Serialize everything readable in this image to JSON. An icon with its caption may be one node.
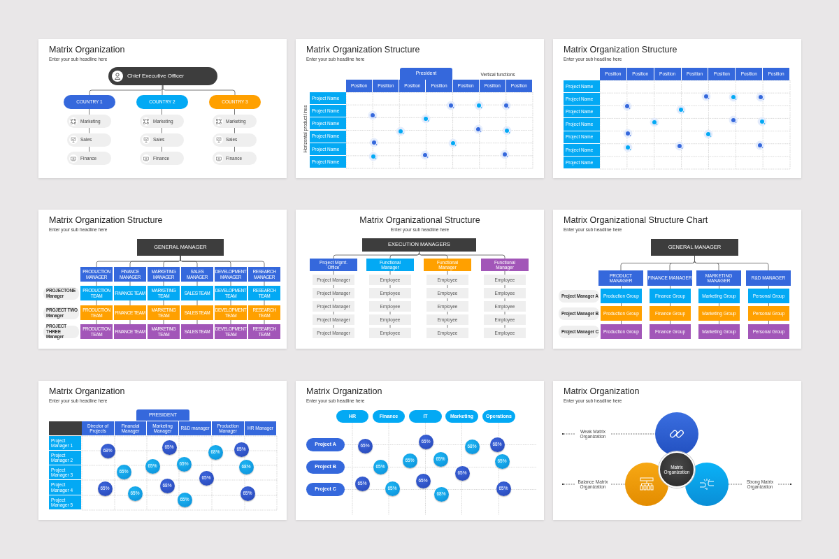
{
  "diagram": {
    "nodes": [
      {
        "text": [
          "Matrix Organization",
          "Enter your sub headline here"
        ]
      },
      {
        "text": [
          "Chief Executive Officer"
        ],
        "in": 0
      },
      {
        "text": [
          "COUNTRY 1"
        ],
        "in": 0
      },
      {
        "text": [
          "COUNTRY 2"
        ],
        "in": 0
      },
      {
        "text": [
          "COUNTRY 3"
        ],
        "in": 0
      },
      {
        "text": [
          "Marketing"
        ],
        "in": 0
      },
      {
        "text": [
          "Sales"
        ],
        "in": 0
      },
      {
        "text": [
          "Finance"
        ],
        "in": 0
      },
      {
        "text": [
          "Marketing"
        ],
        "in": 0
      },
      {
        "text": [
          "Sales"
        ],
        "in": 0
      },
      {
        "text": [
          "Finance"
        ],
        "in": 0
      },
      {
        "text": [
          "Marketing"
        ],
        "in": 0
      },
      {
        "text": [
          "Sales"
        ],
        "in": 0
      },
      {
        "text": [
          "Finance"
        ],
        "in": 0
      },
      {
        "text": [
          "Matrix Organization Structure",
          "Enter your sub headline here"
        ]
      },
      {
        "text": [
          "President"
        ],
        "in": 14
      },
      {
        "text": [
          "Position"
        ],
        "in": 14
      },
      {
        "text": [
          "Position"
        ],
        "in": 14
      },
      {
        "text": [
          "Position"
        ],
        "in": 14
      },
      {
        "text": [
          "Position"
        ],
        "in": 14
      },
      {
        "text": [
          "Position"
        ],
        "in": 14
      },
      {
        "text": [
          "Position"
        ],
        "in": 14
      },
      {
        "text": [
          "Position"
        ],
        "in": 14
      },
      {
        "text": [
          "Project Name"
        ],
        "in": 14
      },
      {
        "text": [
          "Project Name"
        ],
        "in": 14
      },
      {
        "text": [
          "Project Name"
        ],
        "in": 14
      },
      {
        "text": [
          "Project Name"
        ],
        "in": 14
      },
      {
        "text": [
          "Project Name"
        ],
        "in": 14
      },
      {
        "text": [
          "Project Name"
        ],
        "in": 14
      },
      {
        "text": [
          "Matrix Organization Structure",
          "Enter your sub headline here"
        ]
      },
      {
        "text": [
          "Position"
        ],
        "in": 29
      },
      {
        "text": [
          "Position"
        ],
        "in": 29
      },
      {
        "text": [
          "Position"
        ],
        "in": 29
      },
      {
        "text": [
          "Position"
        ],
        "in": 29
      },
      {
        "text": [
          "Position"
        ],
        "in": 29
      },
      {
        "text": [
          "Position"
        ],
        "in": 29
      },
      {
        "text": [
          "Position"
        ],
        "in": 29
      },
      {
        "text": [
          "Project Name"
        ],
        "in": 29
      },
      {
        "text": [
          "Project Name"
        ],
        "in": 29
      },
      {
        "text": [
          "Project Name"
        ],
        "in": 29
      },
      {
        "text": [
          "Project Name"
        ],
        "in": 29
      },
      {
        "text": [
          "Project Name"
        ],
        "in": 29
      },
      {
        "text": [
          "Project Name"
        ],
        "in": 29
      },
      {
        "text": [
          "Project Name"
        ],
        "in": 29
      },
      {
        "text": [
          "Matrix Organization Structure",
          "Enter your sub headline here"
        ]
      },
      {
        "text": [
          "GENERAL MANAGER"
        ],
        "in": 44
      },
      {
        "text": [
          "PRODUCTION MANAGER"
        ],
        "in": 44
      },
      {
        "text": [
          "FINANCE MANAGER"
        ],
        "in": 44
      },
      {
        "text": [
          "MARKETING MANAGER"
        ],
        "in": 44
      },
      {
        "text": [
          "SALES MANAGER"
        ],
        "in": 44
      },
      {
        "text": [
          "DEVELOPMENT MANAGER"
        ],
        "in": 44
      },
      {
        "text": [
          "RESEARCH MANAGER"
        ],
        "in": 44
      },
      {
        "text": [
          "PROJECTONE Manager"
        ],
        "in": 44
      },
      {
        "text": [
          "PRODUCTION TEAM"
        ],
        "in": 44
      },
      {
        "text": [
          "FINANCE TEAM"
        ],
        "in": 44
      },
      {
        "text": [
          "MARKETING TEAM"
        ],
        "in": 44
      },
      {
        "text": [
          "SALES TEAM"
        ],
        "in": 44
      },
      {
        "text": [
          "DEVELOPMENT TEAM"
        ],
        "in": 44
      },
      {
        "text": [
          "RESEARCH TEAM"
        ],
        "in": 44
      },
      {
        "text": [
          "PROJECT TWO Manager"
        ],
        "in": 44
      },
      {
        "text": [
          "PRODUCTION TEAM"
        ],
        "in": 44
      },
      {
        "text": [
          "FINANCE TEAM"
        ],
        "in": 44
      },
      {
        "text": [
          "MARKETING TEAM"
        ],
        "in": 44
      },
      {
        "text": [
          "SALES TEAM"
        ],
        "in": 44
      },
      {
        "text": [
          "DEVELOPMENT TEAM"
        ],
        "in": 44
      },
      {
        "text": [
          "RESEARCH TEAM"
        ],
        "in": 44
      },
      {
        "text": [
          "PROJECT THREE Manager"
        ],
        "in": 44
      },
      {
        "text": [
          "PRODUCTION TEAM"
        ],
        "in": 44
      },
      {
        "text": [
          "FINANCE TEAM"
        ],
        "in": 44
      },
      {
        "text": [
          "MARKETING TEAM"
        ],
        "in": 44
      },
      {
        "text": [
          "SALES TEAM"
        ],
        "in": 44
      },
      {
        "text": [
          "DEVELOPMENT TEAM"
        ],
        "in": 44
      },
      {
        "text": [
          "RESEARCH TEAM"
        ],
        "in": 44
      },
      {
        "text": [
          "Matrix Organizational Structure",
          "Enter your sub headline here"
        ]
      },
      {
        "text": [
          "EXECUTION MANAGERS"
        ],
        "in": 73
      },
      {
        "text": [
          "Project Mgmt. Office"
        ],
        "in": 73
      },
      {
        "text": [
          "Project Manager"
        ],
        "in": 73
      },
      {
        "text": [
          "Project Manager"
        ],
        "in": 73
      },
      {
        "text": [
          "Project Manager"
        ],
        "in": 73
      },
      {
        "text": [
          "Project Manager"
        ],
        "in": 73
      },
      {
        "text": [
          "Project Manager"
        ],
        "in": 73
      },
      {
        "text": [
          "Functional Manager"
        ],
        "in": 73
      },
      {
        "text": [
          "Employee"
        ],
        "in": 73
      },
      {
        "text": [
          "Employee"
        ],
        "in": 73
      },
      {
        "text": [
          "Employee"
        ],
        "in": 73
      },
      {
        "text": [
          "Employee"
        ],
        "in": 73
      },
      {
        "text": [
          "Employee"
        ],
        "in": 73
      },
      {
        "text": [
          "Functional Manager"
        ],
        "in": 73
      },
      {
        "text": [
          "Employee"
        ],
        "in": 73
      },
      {
        "text": [
          "Employee"
        ],
        "in": 73
      },
      {
        "text": [
          "Employee"
        ],
        "in": 73
      },
      {
        "text": [
          "Employee"
        ],
        "in": 73
      },
      {
        "text": [
          "Employee"
        ],
        "in": 73
      },
      {
        "text": [
          "Functional Manager"
        ],
        "in": 73
      },
      {
        "text": [
          "Employee"
        ],
        "in": 73
      },
      {
        "text": [
          "Employee"
        ],
        "in": 73
      },
      {
        "text": [
          "Employee"
        ],
        "in": 73
      },
      {
        "text": [
          "Employee"
        ],
        "in": 73
      },
      {
        "text": [
          "Employee"
        ],
        "in": 73
      },
      {
        "text": [
          "Matrix Organizational Structure Chart",
          "Enter your sub headline here"
        ]
      },
      {
        "text": [
          "GENERAL MANAGER"
        ],
        "in": 99
      },
      {
        "text": [
          "PRODUCT MANAGER"
        ],
        "in": 99
      },
      {
        "text": [
          "FINANCE MANAGER"
        ],
        "in": 99
      },
      {
        "text": [
          "MARKETING MANAGER"
        ],
        "in": 99
      },
      {
        "text": [
          "R&D MANAGER"
        ],
        "in": 99
      },
      {
        "text": [
          "Project Manager A"
        ],
        "in": 99
      },
      {
        "text": [
          "Production Group"
        ],
        "in": 99
      },
      {
        "text": [
          "Finance Group"
        ],
        "in": 99
      },
      {
        "text": [
          "Marketing Group"
        ],
        "in": 99
      },
      {
        "text": [
          "Personal Group"
        ],
        "in": 99
      },
      {
        "text": [
          "Project Manager B"
        ],
        "in": 99
      },
      {
        "text": [
          "Production Group"
        ],
        "in": 99
      },
      {
        "text": [
          "Finance Group"
        ],
        "in": 99
      },
      {
        "text": [
          "Marketing Group"
        ],
        "in": 99
      },
      {
        "text": [
          "Personal Group"
        ],
        "in": 99
      },
      {
        "text": [
          "Project Manager C"
        ],
        "in": 99
      },
      {
        "text": [
          "Production Group"
        ],
        "in": 99
      },
      {
        "text": [
          "Finance Group"
        ],
        "in": 99
      },
      {
        "text": [
          "Marketing Group"
        ],
        "in": 99
      },
      {
        "text": [
          "Personal Group"
        ],
        "in": 99
      },
      {
        "text": [
          "Matrix Organization",
          "Enter your sub headline here"
        ]
      },
      {
        "text": [
          "PRESIDENT"
        ],
        "in": 120
      },
      {
        "text": [
          "Director of Projects"
        ],
        "in": 120
      },
      {
        "text": [
          "Financial Manager"
        ],
        "in": 120
      },
      {
        "text": [
          "Marketing Manager"
        ],
        "in": 120
      },
      {
        "text": [
          "R&D manager"
        ],
        "in": 120
      },
      {
        "text": [
          "Production Manager"
        ],
        "in": 120
      },
      {
        "text": [
          "HR Manager"
        ],
        "in": 120
      },
      {
        "text": [
          "Project Manager 1"
        ],
        "in": 120
      },
      {
        "text": [
          "Project Manager 2"
        ],
        "in": 120
      },
      {
        "text": [
          "Project Manager 3"
        ],
        "in": 120
      },
      {
        "text": [
          "Project Manager 4"
        ],
        "in": 120
      },
      {
        "text": [
          "Project Manager 5"
        ],
        "in": 120
      },
      {
        "text": [
          "68%"
        ],
        "in": 120
      },
      {
        "text": [
          "65%"
        ],
        "in": 120
      },
      {
        "text": [
          "68%"
        ],
        "in": 120
      },
      {
        "text": [
          "65%"
        ],
        "in": 120
      },
      {
        "text": [
          "65%"
        ],
        "in": 120
      },
      {
        "text": [
          "65%"
        ],
        "in": 120
      },
      {
        "text": [
          "65%"
        ],
        "in": 120
      },
      {
        "text": [
          "68%"
        ],
        "in": 120
      },
      {
        "text": [
          "65%"
        ],
        "in": 120
      },
      {
        "text": [
          "65%"
        ],
        "in": 120
      },
      {
        "text": [
          "65%"
        ],
        "in": 120
      },
      {
        "text": [
          "68%"
        ],
        "in": 120
      },
      {
        "text": [
          "65%"
        ],
        "in": 120
      },
      {
        "text": [
          "65%"
        ],
        "in": 120
      },
      {
        "text": [
          "Matrix Organization",
          "Enter your sub headline here"
        ]
      },
      {
        "text": [
          "HR"
        ],
        "in": 147
      },
      {
        "text": [
          "Finance"
        ],
        "in": 147
      },
      {
        "text": [
          "IT"
        ],
        "in": 147
      },
      {
        "text": [
          "Marketing"
        ],
        "in": 147
      },
      {
        "text": [
          "Operations"
        ],
        "in": 147
      },
      {
        "text": [
          "Project A"
        ],
        "in": 147
      },
      {
        "text": [
          "Project B"
        ],
        "in": 147
      },
      {
        "text": [
          "Project C"
        ],
        "in": 147
      },
      {
        "text": [
          "65%"
        ],
        "in": 147
      },
      {
        "text": [
          "65%"
        ],
        "in": 147
      },
      {
        "text": [
          "68%"
        ],
        "in": 147
      },
      {
        "text": [
          "68%"
        ],
        "in": 147
      },
      {
        "text": [
          "65%"
        ],
        "in": 147
      },
      {
        "text": [
          "65%"
        ],
        "in": 147
      },
      {
        "text": [
          "65%"
        ],
        "in": 147
      },
      {
        "text": [
          "65%"
        ],
        "in": 147
      },
      {
        "text": [
          "65%"
        ],
        "in": 147
      },
      {
        "text": [
          "65%"
        ],
        "in": 147
      },
      {
        "text": [
          "65%"
        ],
        "in": 147
      },
      {
        "text": [
          "65%"
        ],
        "in": 147
      },
      {
        "text": [
          "68%"
        ],
        "in": 147
      },
      {
        "text": [
          "65%"
        ],
        "in": 147
      },
      {
        "text": [
          "Matrix Organization",
          "Enter your sub headline here"
        ]
      },
      {
        "text": [
          "Weak Matrix Organization"
        ],
        "in": 170
      },
      {
        "text": [
          "Balance Matrix Organization"
        ],
        "in": 170
      },
      {
        "text": [
          "Strong Matrix Organization"
        ],
        "in": 170
      },
      {
        "text": [],
        "shape": "circle",
        "in": 170
      },
      {
        "text": [],
        "shape": "circle",
        "in": 170
      },
      {
        "text": [],
        "shape": "circle",
        "in": 170
      },
      {
        "text": [
          "Matrix Organization"
        ],
        "in": 170
      }
    ],
    "edges": [
      {
        "from": 1,
        "to": 2,
        "arrow": "none"
      },
      {
        "from": 1,
        "to": 3,
        "arrow": "none"
      },
      {
        "from": 1,
        "to": 4,
        "arrow": "none"
      },
      {
        "from": 2,
        "to": 5,
        "arrow": "none"
      },
      {
        "from": 5,
        "to": 6,
        "arrow": "none"
      },
      {
        "from": 6,
        "to": 7,
        "arrow": "none"
      },
      {
        "from": 3,
        "to": 8,
        "arrow": "none"
      },
      {
        "from": 8,
        "to": 9,
        "arrow": "none"
      },
      {
        "from": 9,
        "to": 10,
        "arrow": "none"
      },
      {
        "from": 4,
        "to": 11,
        "arrow": "none"
      },
      {
        "from": 11,
        "to": 12,
        "arrow": "none"
      },
      {
        "from": 12,
        "to": 13,
        "arrow": "none"
      },
      {
        "from": 45,
        "to": 46,
        "arrow": "none"
      },
      {
        "from": 45,
        "to": 47,
        "arrow": "none"
      },
      {
        "from": 45,
        "to": 48,
        "arrow": "none"
      },
      {
        "from": 45,
        "to": 49,
        "arrow": "none"
      },
      {
        "from": 45,
        "to": 50,
        "arrow": "none"
      },
      {
        "from": 45,
        "to": 51,
        "arrow": "none"
      },
      {
        "from": 46,
        "to": 53,
        "arrow": "none"
      },
      {
        "from": 53,
        "to": 60,
        "arrow": "none"
      },
      {
        "from": 60,
        "to": 67,
        "arrow": "none"
      },
      {
        "from": 47,
        "to": 54,
        "arrow": "none"
      },
      {
        "from": 54,
        "to": 61,
        "arrow": "none"
      },
      {
        "from": 61,
        "to": 68,
        "arrow": "none"
      },
      {
        "from": 48,
        "to": 55,
        "arrow": "none"
      },
      {
        "from": 55,
        "to": 62,
        "arrow": "none"
      },
      {
        "from": 62,
        "to": 69,
        "arrow": "none"
      },
      {
        "from": 49,
        "to": 56,
        "arrow": "none"
      },
      {
        "from": 56,
        "to": 63,
        "arrow": "none"
      },
      {
        "from": 63,
        "to": 70,
        "arrow": "none"
      },
      {
        "from": 50,
        "to": 57,
        "arrow": "none"
      },
      {
        "from": 57,
        "to": 64,
        "arrow": "none"
      },
      {
        "from": 64,
        "to": 71,
        "arrow": "none"
      },
      {
        "from": 51,
        "to": 58,
        "arrow": "none"
      },
      {
        "from": 58,
        "to": 65,
        "arrow": "none"
      },
      {
        "from": 65,
        "to": 72,
        "arrow": "none"
      },
      {
        "from": 74,
        "to": 75,
        "arrow": "none"
      },
      {
        "from": 74,
        "to": 81,
        "arrow": "none"
      },
      {
        "from": 74,
        "to": 87,
        "arrow": "none"
      },
      {
        "from": 74,
        "to": 93,
        "arrow": "none"
      },
      {
        "from": 75,
        "to": 76,
        "arrow": "none"
      },
      {
        "from": 76,
        "to": 77,
        "arrow": "none"
      },
      {
        "from": 77,
        "to": 78,
        "arrow": "none"
      },
      {
        "from": 78,
        "to": 79,
        "arrow": "none"
      },
      {
        "from": 79,
        "to": 80,
        "arrow": "none"
      },
      {
        "from": 81,
        "to": 82,
        "arrow": "none"
      },
      {
        "from": 82,
        "to": 83,
        "arrow": "none"
      },
      {
        "from": 83,
        "to": 84,
        "arrow": "none"
      },
      {
        "from": 84,
        "to": 85,
        "arrow": "none"
      },
      {
        "from": 85,
        "to": 86,
        "arrow": "none"
      },
      {
        "from": 87,
        "to": 88,
        "arrow": "none"
      },
      {
        "from": 88,
        "to": 89,
        "arrow": "none"
      },
      {
        "from": 89,
        "to": 90,
        "arrow": "none"
      },
      {
        "from": 90,
        "to": 91,
        "arrow": "none"
      },
      {
        "from": 91,
        "to": 92,
        "arrow": "none"
      },
      {
        "from": 93,
        "to": 94,
        "arrow": "none"
      },
      {
        "from": 94,
        "to": 95,
        "arrow": "none"
      },
      {
        "from": 95,
        "to": 96,
        "arrow": "none"
      },
      {
        "from": 96,
        "to": 97,
        "arrow": "none"
      },
      {
        "from": 97,
        "to": 98,
        "arrow": "none"
      },
      {
        "from": 100,
        "to": 101,
        "arrow": "none"
      },
      {
        "from": 100,
        "to": 102,
        "arrow": "none"
      },
      {
        "from": 100,
        "to": 103,
        "arrow": "none"
      },
      {
        "from": 100,
        "to": 104,
        "arrow": "none"
      },
      {
        "from": 101,
        "to": 106,
        "arrow": "none"
      },
      {
        "from": 106,
        "to": 111,
        "arrow": "none"
      },
      {
        "from": 111,
        "to": 116,
        "arrow": "none"
      },
      {
        "from": 102,
        "to": 107,
        "arrow": "none"
      },
      {
        "from": 107,
        "to": 112,
        "arrow": "none"
      },
      {
        "from": 112,
        "to": 117,
        "arrow": "none"
      },
      {
        "from": 103,
        "to": 108,
        "arrow": "none"
      },
      {
        "from": 108,
        "to": 113,
        "arrow": "none"
      },
      {
        "from": 113,
        "to": 118,
        "arrow": "none"
      },
      {
        "from": 104,
        "to": 109,
        "arrow": "none"
      },
      {
        "from": 109,
        "to": 114,
        "arrow": "none"
      },
      {
        "from": 114,
        "to": 119,
        "arrow": "none"
      },
      {
        "from": 171,
        "to": 174,
        "arrow": "none",
        "style": "dashed"
      },
      {
        "from": 171,
        "to": null,
        "arrow": "other",
        "style": "dashed"
      },
      {
        "from": 172,
        "to": 175,
        "arrow": "none",
        "style": "dashed"
      },
      {
        "from": 172,
        "to": null,
        "arrow": "other",
        "style": "dashed"
      },
      {
        "from": 173,
        "to": 176,
        "arrow": "none",
        "style": "dashed"
      },
      {
        "from": 173,
        "to": null,
        "arrow": "other",
        "style": "dashed"
      }
    ],
    "labels": [
      "Vertical functions",
      "Horizontal product lines"
    ]
  }
}
